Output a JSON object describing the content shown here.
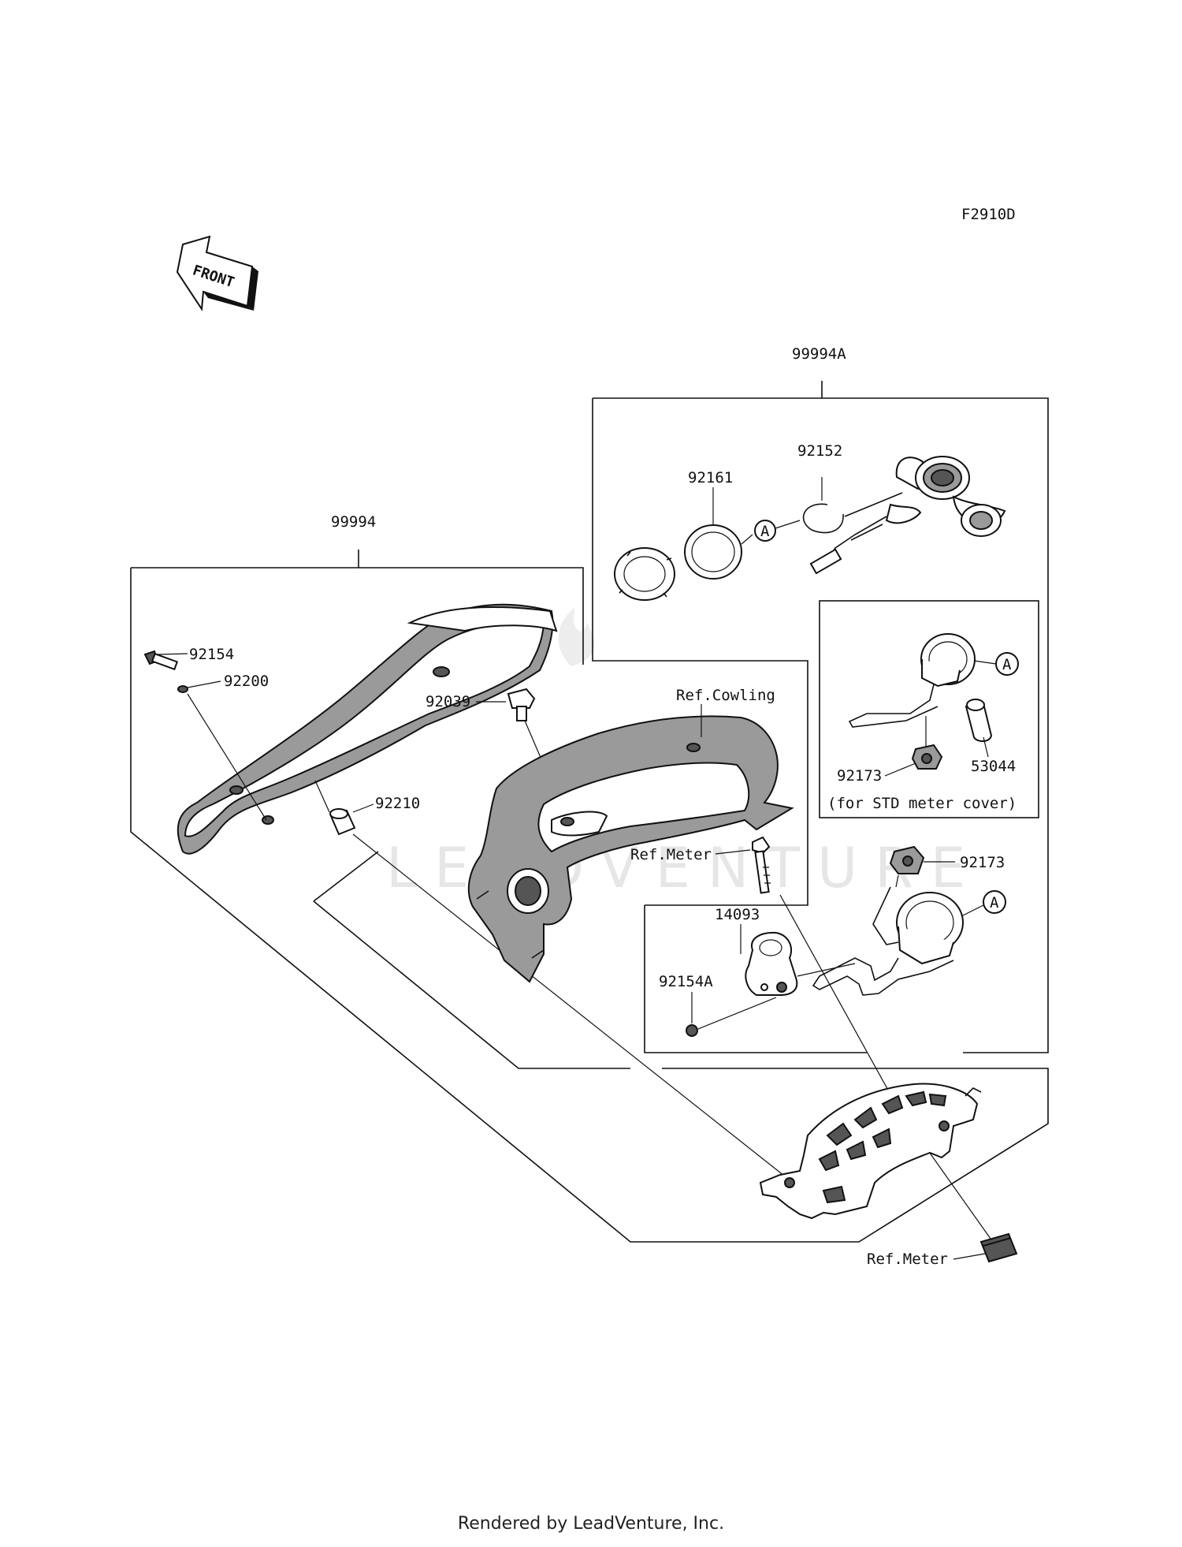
{
  "diagram_code": "F2910D",
  "front_label": "FRONT",
  "watermark": "LEADVENTURE",
  "footer": "Rendered by LeadVenture, Inc.",
  "parts": {
    "p99994A": "99994A",
    "p99994": "99994",
    "p92152": "92152",
    "p92161": "92161",
    "p92154": "92154",
    "p92200": "92200",
    "p92039": "92039",
    "p92210": "92210",
    "p92173a": "92173",
    "p53044": "53044",
    "p92173b": "92173",
    "p14093": "14093",
    "p92154A": "92154A"
  },
  "refs": {
    "cowling": "Ref.Cowling",
    "meter1": "Ref.Meter",
    "meter2": "Ref.Meter",
    "std_note": "(for STD meter cover)"
  },
  "markers": {
    "a1": "A",
    "a2": "A",
    "a3": "A"
  }
}
